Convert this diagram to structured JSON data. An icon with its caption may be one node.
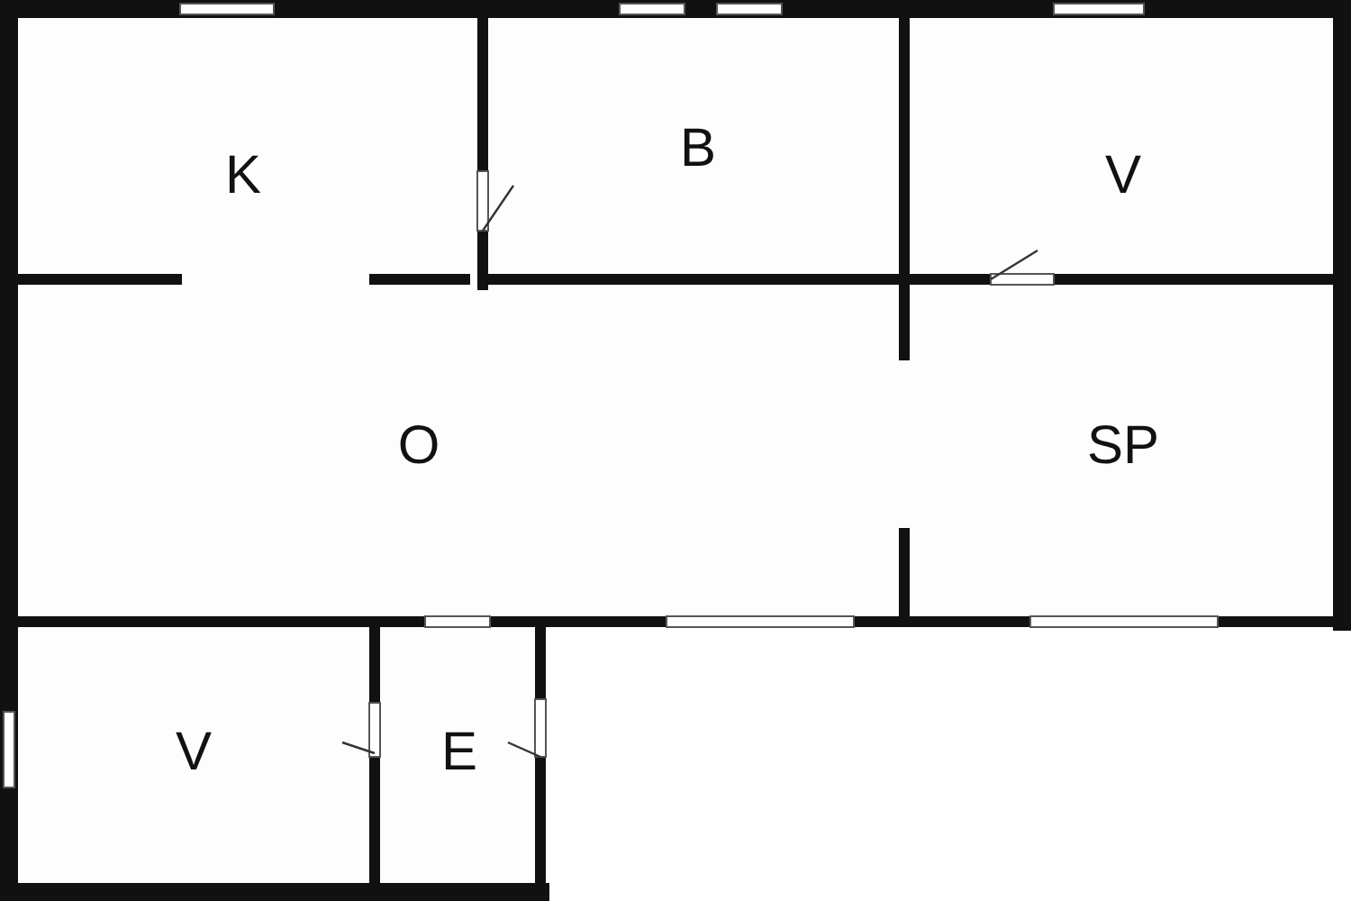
{
  "diagram": {
    "nodes": [
      {
        "text": [
          "K"
        ]
      },
      {
        "text": [
          "B"
        ]
      },
      {
        "text": [
          "V"
        ]
      },
      {
        "text": [
          "O"
        ]
      },
      {
        "text": [
          "SP"
        ]
      },
      {
        "text": [
          "V"
        ]
      },
      {
        "text": [
          "E"
        ]
      }
    ]
  }
}
